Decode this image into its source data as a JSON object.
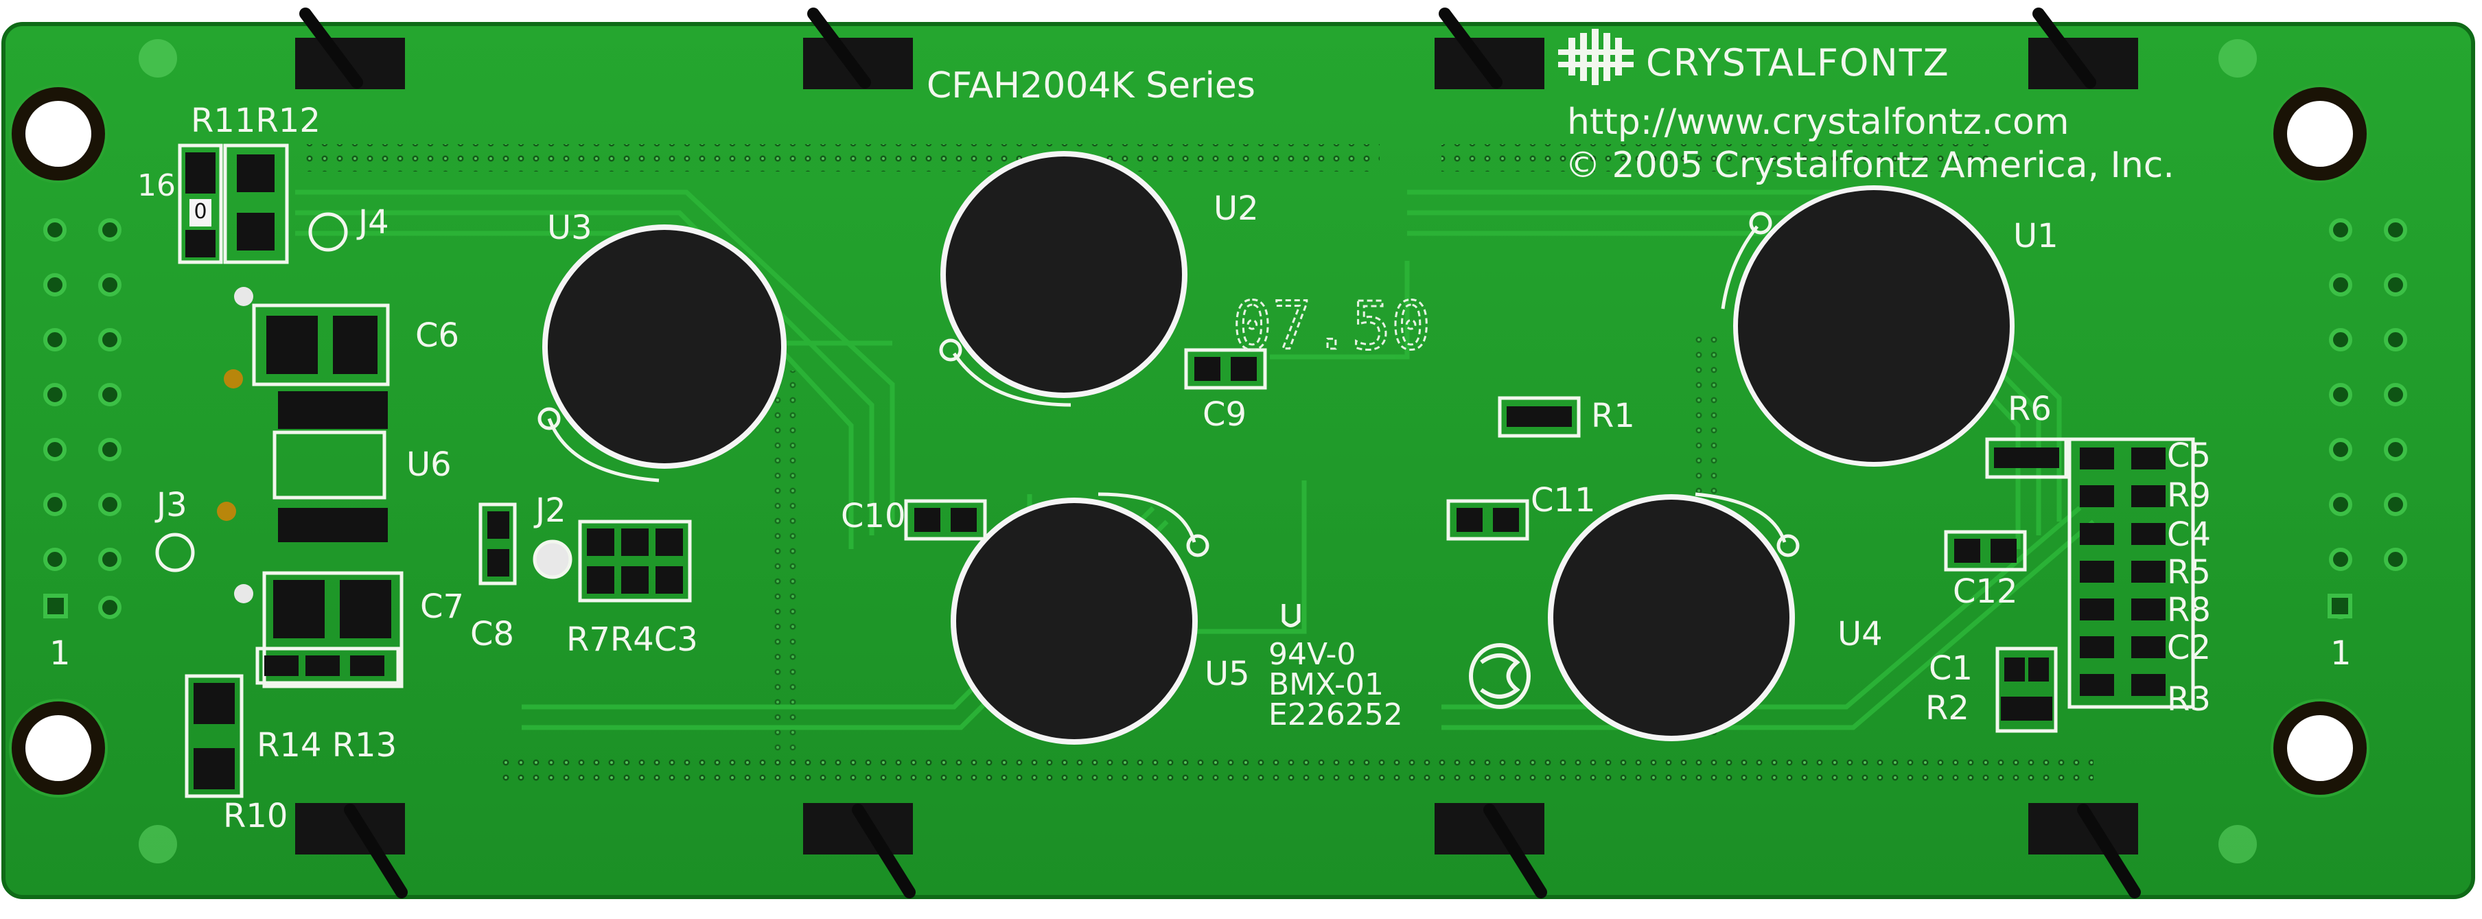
{
  "board": {
    "model": "CFAH2004K Series",
    "brand": "CRYSTALFONTZ",
    "url": "http://www.crystalfontz.com",
    "copyright": "© 2005 Crystalfontz America, Inc.",
    "revision": "07.50",
    "rating": "94V-0",
    "material": "BMX-01",
    "file_no": "E226252"
  },
  "chips": [
    {
      "id": "chip-u3",
      "label": "U3"
    },
    {
      "id": "chip-u2",
      "label": "U2"
    },
    {
      "id": "chip-u1",
      "label": "U1"
    },
    {
      "id": "chip-u5",
      "label": "U5"
    },
    {
      "id": "chip-u4",
      "label": "U4"
    }
  ],
  "labels": {
    "r11r12": "R11R12",
    "pin16": "16",
    "j4": "J4",
    "c6": "C6",
    "u6": "U6",
    "j3": "J3",
    "j2": "J2",
    "c7": "C7",
    "c8": "C8",
    "r7r4c3": "R7R4C3",
    "pin1_left": "1",
    "r14r13": "R14 R13",
    "r10": "R10",
    "c9": "C9",
    "c10": "C10",
    "c11": "C11",
    "r1": "R1",
    "r6": "R6",
    "c5": "C5",
    "r9": "R9",
    "c4": "C4",
    "r5": "R5",
    "r8": "R8",
    "c2": "C2",
    "r3": "R3",
    "c12": "C12",
    "c1": "C1",
    "r2": "R2",
    "pin1_right": "1",
    "r11_part_marking": "0"
  },
  "colors": {
    "pcb": "#1f9a2a",
    "pcb_edge": "#177a20",
    "trace": "#2bb336",
    "silkscreen": "#f2f7ee",
    "chip_blob": "#1a1a1a",
    "pad": "#202020",
    "background": "#ffffff"
  }
}
